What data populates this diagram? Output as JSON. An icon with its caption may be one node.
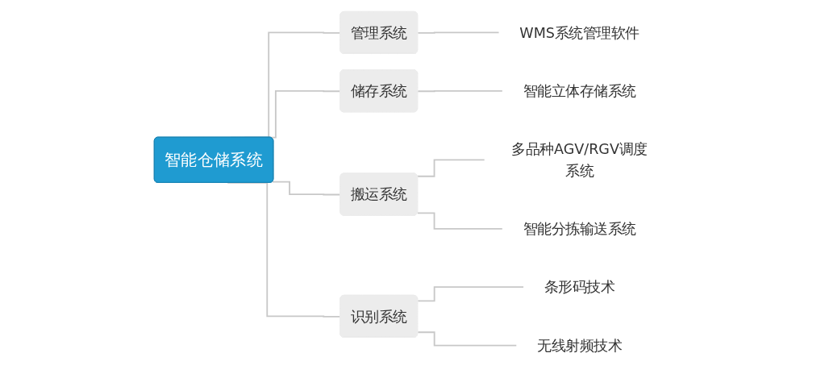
{
  "diagram": {
    "nodes": [
      {
        "text": [
          "智能仓储系统"
        ]
      },
      {
        "text": [
          "管理系统"
        ]
      },
      {
        "text": [
          "WMS系统管理软件"
        ]
      },
      {
        "text": [
          "储存系统"
        ]
      },
      {
        "text": [
          "智能立体存储系统"
        ]
      },
      {
        "text": [
          "搬运系统"
        ]
      },
      {
        "text": [
          "多品种AGV/RGV调度系统"
        ]
      },
      {
        "text": [
          "智能分拣输送系统"
        ]
      },
      {
        "text": [
          "识别系统"
        ]
      },
      {
        "text": [
          "条形码技术"
        ]
      },
      {
        "text": [
          "无线射频技术"
        ]
      }
    ],
    "edges": [
      {
        "from": 0,
        "to": 1,
        "arrow": "none"
      },
      {
        "from": 0,
        "to": 3,
        "arrow": "none"
      },
      {
        "from": 0,
        "to": 5,
        "arrow": "none"
      },
      {
        "from": 0,
        "to": 8,
        "arrow": "none"
      },
      {
        "from": 1,
        "to": 2,
        "arrow": "none"
      },
      {
        "from": 3,
        "to": 4,
        "arrow": "none"
      },
      {
        "from": 5,
        "to": 6,
        "arrow": "none"
      },
      {
        "from": 5,
        "to": 7,
        "arrow": "none"
      },
      {
        "from": 8,
        "to": 9,
        "arrow": "none"
      },
      {
        "from": 8,
        "to": 10,
        "arrow": "none"
      }
    ]
  }
}
